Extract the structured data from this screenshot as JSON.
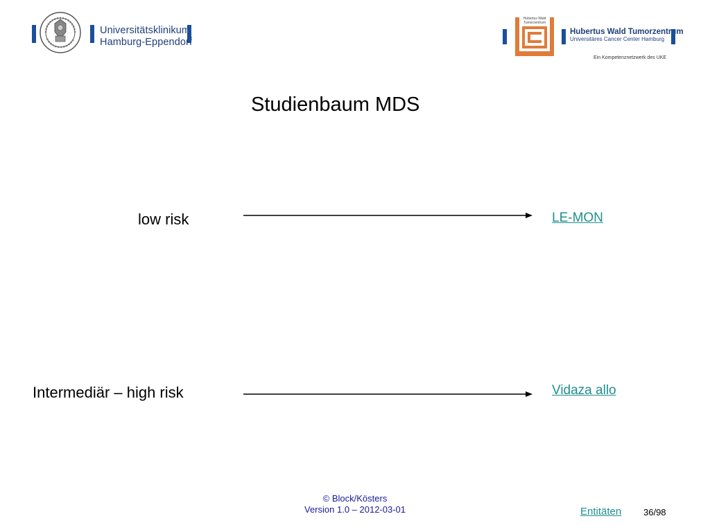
{
  "header": {
    "left_logo": {
      "line1": "Universitätsklinikum",
      "line2": "Hamburg-Eppendorf",
      "seal_text": "UNIVERSITAT HAMBURG"
    },
    "right_logo": {
      "emblem_text": "Hubertus Wald Tumorzentrum",
      "line1": "Hubertus Wald Tumorzentrum",
      "line2": "Universitäres Cancer Center Hamburg",
      "tagline": "Ein Kompetenznetzwerk des UKE"
    }
  },
  "slide": {
    "title": "Studienbaum MDS",
    "rows": [
      {
        "label": "low risk",
        "link": "LE-MON"
      },
      {
        "label": "Intermediär – high risk",
        "link": "Vidaza allo"
      }
    ]
  },
  "footer": {
    "copyright": "© Block/Kösters",
    "version": "Version 1.0 – 2012-03-01",
    "nav_link": "Entitäten",
    "page": "36/98"
  },
  "colors": {
    "brand_blue": "#1a4f9c",
    "link_teal": "#1f8f8f",
    "logo_orange": "#e07b39",
    "footer_blue": "#1a1a9c"
  }
}
